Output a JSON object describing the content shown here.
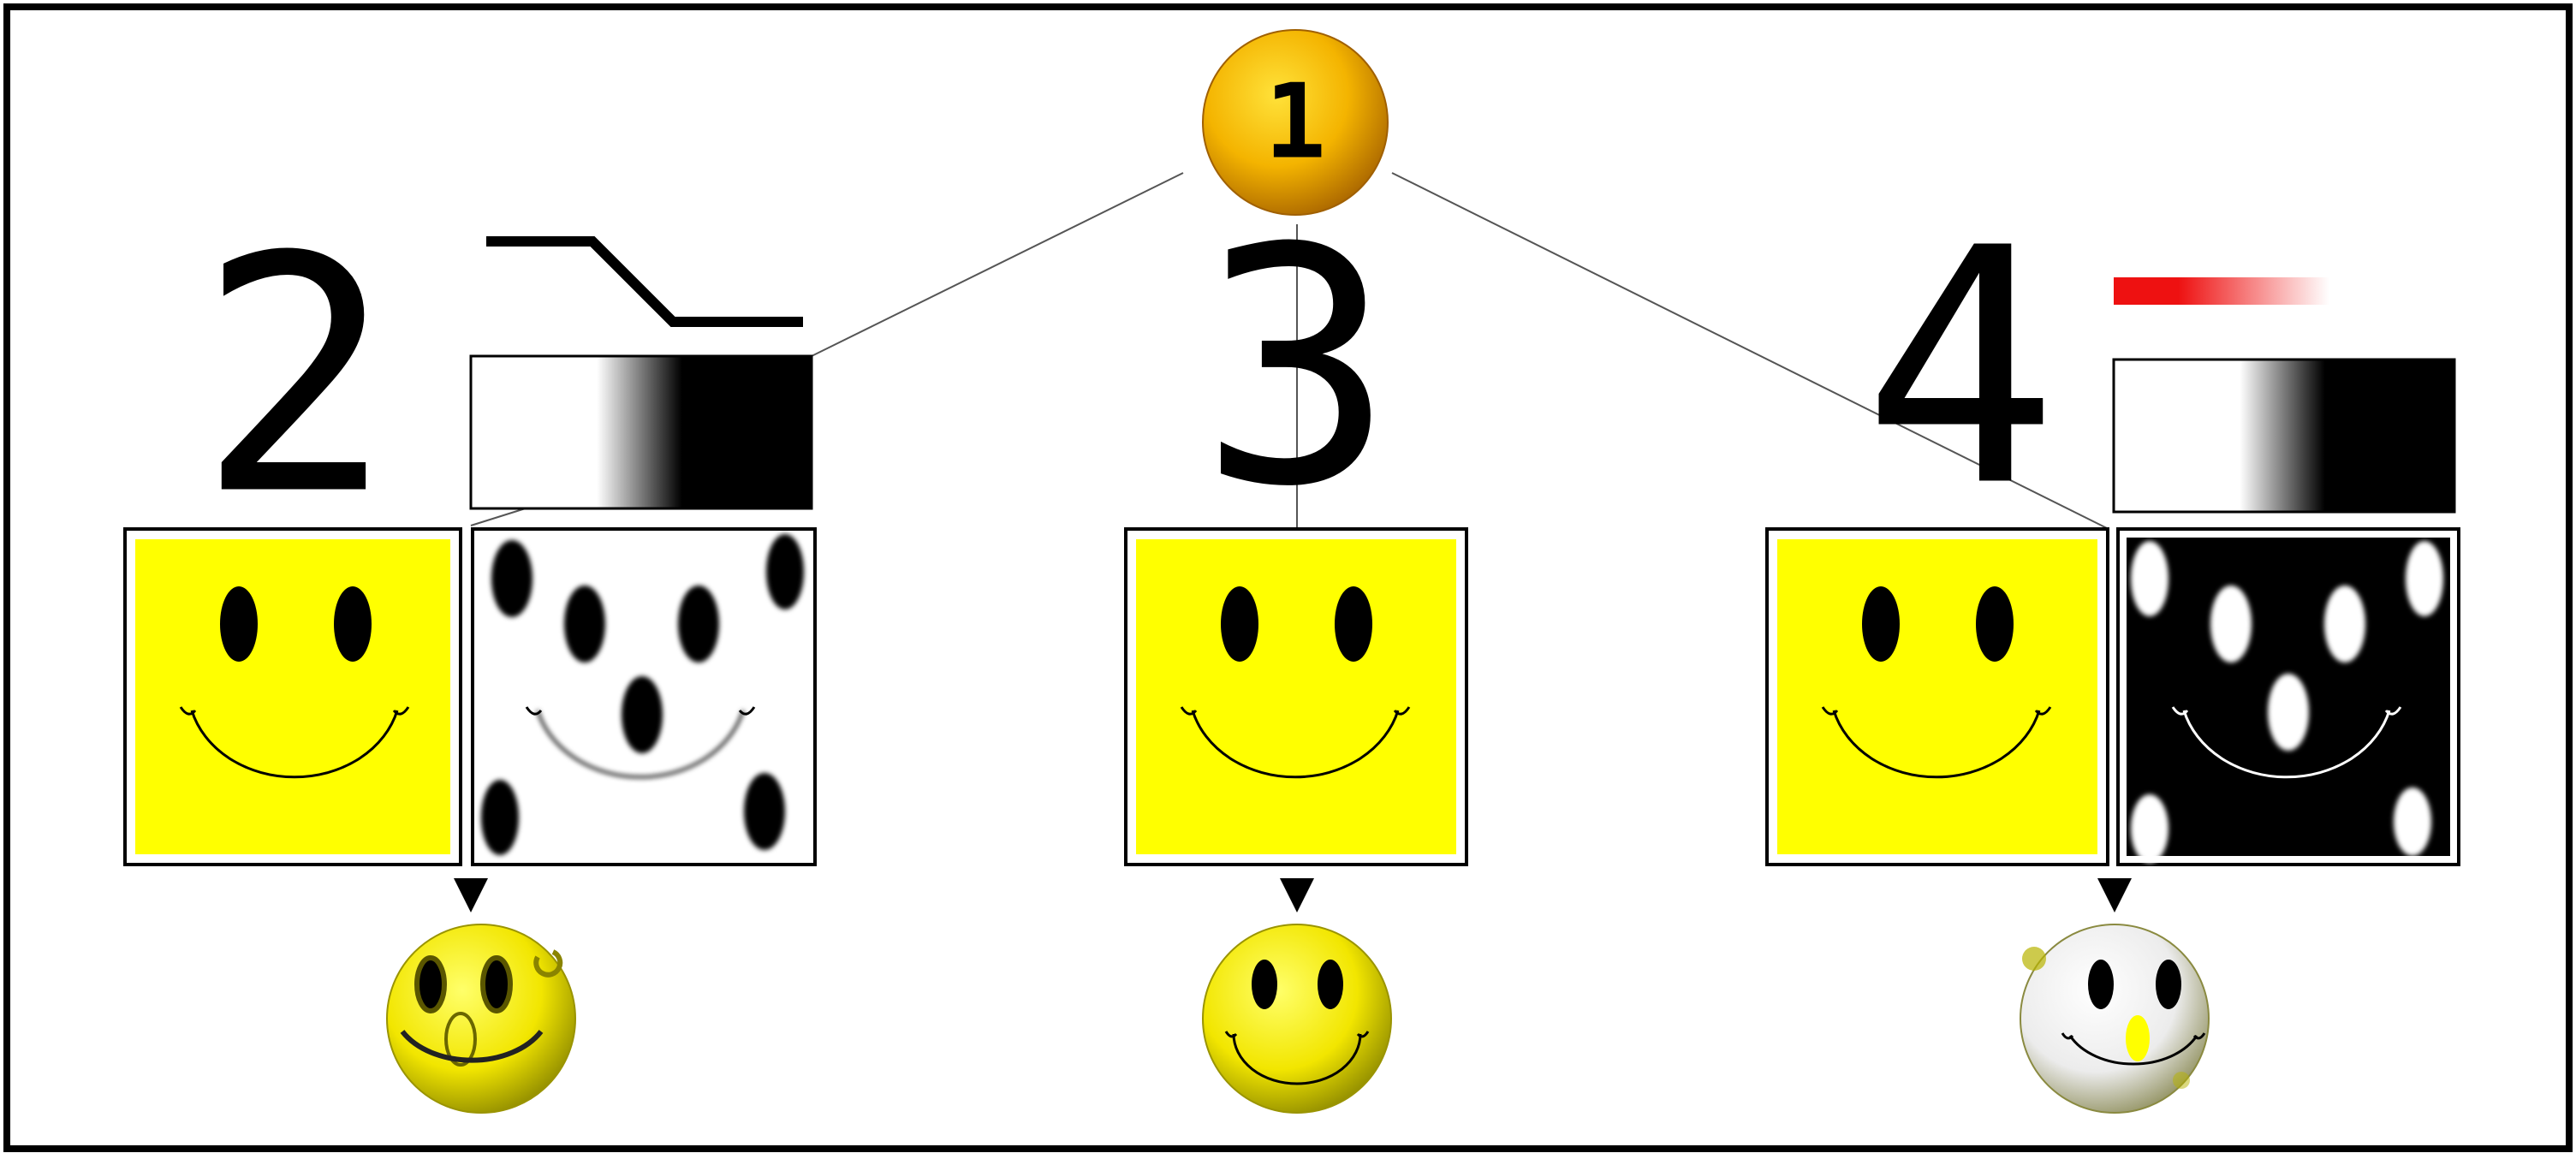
{
  "diagram": {
    "root_label": "1",
    "branches": [
      {
        "label": "2",
        "has_curve": true,
        "has_gradient": true,
        "texture": "black-spots-on-white"
      },
      {
        "label": "3",
        "has_curve": false,
        "has_gradient": false,
        "texture": "none"
      },
      {
        "label": "4",
        "has_curve": false,
        "has_gradient": true,
        "texture": "white-spots-on-black",
        "accent_bar": true
      }
    ]
  },
  "colors": {
    "smiley_yellow": "#ffff00",
    "root_orange": "#f4b400",
    "accent_red": "#ee1111",
    "stroke": "#000000"
  },
  "icons": [
    "smiley-face-icon",
    "sphere-icon",
    "arrow-down-icon"
  ]
}
